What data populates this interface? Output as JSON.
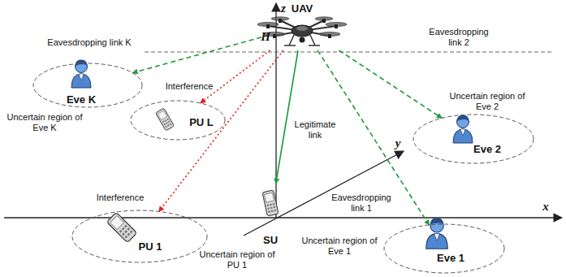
{
  "diagram": {
    "nodes": [
      {
        "text": [
          "UAV"
        ]
      },
      {
        "text": [
          "Eve K",
          "Uncertain region of Eve K"
        ]
      },
      {
        "text": [
          "PU L"
        ]
      },
      {
        "text": [
          "Eve 2",
          "Uncertain region of Eve 2"
        ]
      },
      {
        "text": [
          "SU"
        ]
      },
      {
        "text": [
          "PU 1",
          "Uncertain region of PU 1"
        ]
      },
      {
        "text": [
          "Eve 1",
          "Uncertain region of Eve 1"
        ]
      }
    ],
    "edges": [
      {
        "from": 0,
        "to": 1,
        "arrow": "to",
        "label": "Eavesdropping link K"
      },
      {
        "from": 0,
        "to": 2,
        "arrow": "to",
        "label": "Interference"
      },
      {
        "from": 0,
        "to": 4,
        "arrow": "to",
        "label": "Legitimate link"
      },
      {
        "from": 0,
        "to": 3,
        "arrow": "to",
        "label": "Eavesdropping link 2"
      },
      {
        "from": 0,
        "to": 5,
        "arrow": "to",
        "label": "Interference"
      },
      {
        "from": 0,
        "to": 6,
        "arrow": "to",
        "label": "Eavesdropping link 1"
      }
    ],
    "labels": [
      "z",
      "H",
      "x",
      "y"
    ]
  }
}
